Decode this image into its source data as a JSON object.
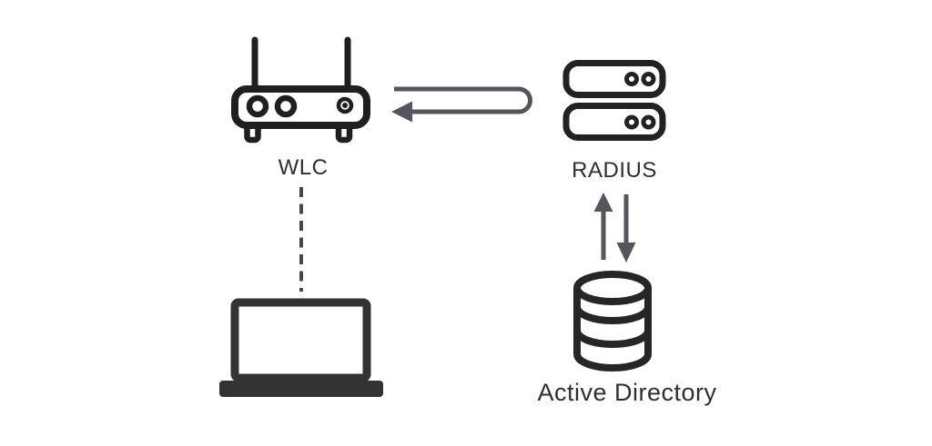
{
  "diagram": {
    "type": "network-authentication-topology",
    "nodes": {
      "wlc": {
        "label": "WLC",
        "icon": "wireless-lan-controller-icon"
      },
      "radius": {
        "label": "RADIUS",
        "icon": "server-stack-icon"
      },
      "active_directory": {
        "label": "Active Directory",
        "icon": "database-icon"
      },
      "client": {
        "label": "",
        "icon": "laptop-icon"
      }
    },
    "edges": [
      {
        "from": "radius",
        "to": "wlc",
        "style": "solid-uturn-arrow",
        "arrowhead": "points-left-at-wlc"
      },
      {
        "from": "wlc",
        "to": "client",
        "style": "dashed-vertical-line",
        "arrowhead": "none"
      },
      {
        "from": "radius",
        "to": "active_directory",
        "style": "twin-vertical-arrows",
        "arrowhead": "both-directions"
      }
    ],
    "colors": {
      "icon_stroke": "#1f1f1f",
      "server_stroke": "#222222",
      "database_stroke": "#262626",
      "laptop_fill": "#333333",
      "arrow": "#55565b",
      "dashed_line": "#47474b",
      "label": "#2f2f2f",
      "background": "#ffffff"
    }
  }
}
